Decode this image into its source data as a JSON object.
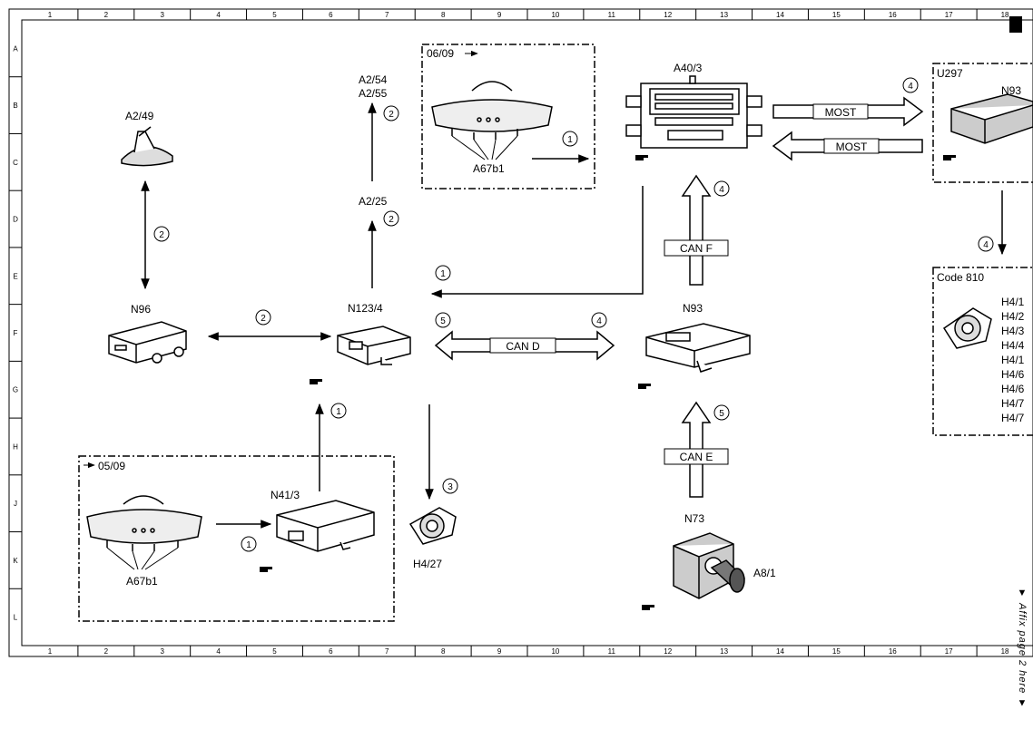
{
  "grid": {
    "columns": [
      "1",
      "2",
      "3",
      "4",
      "5",
      "6",
      "7",
      "8",
      "9",
      "10",
      "11",
      "12",
      "13",
      "14",
      "15",
      "16",
      "17",
      "18"
    ],
    "rows": [
      "A",
      "B",
      "C",
      "D",
      "E",
      "F",
      "G",
      "H",
      "J",
      "K",
      "L"
    ]
  },
  "components": {
    "a2_49": "A2/49",
    "n96": "N96",
    "a2_54": "A2/54",
    "a2_55": "A2/55",
    "a2_25": "A2/25",
    "n123_4": "N123/4",
    "a40_3": "A40/3",
    "u297": "U297",
    "n93_partial": "N93",
    "n93": "N93",
    "code810": "Code 810",
    "a67b1_top": "A67b1",
    "a67b1_bottom": "A67b1",
    "n41_3": "N41/3",
    "h4_27": "H4/27",
    "n73": "N73",
    "a8_1": "A8/1"
  },
  "speaker_list": [
    "H4/1",
    "H4/2",
    "H4/3",
    "H4/4",
    "H4/1",
    "H4/6",
    "H4/6",
    "H4/7",
    "H4/7"
  ],
  "boxes": {
    "top_model": "06/09",
    "bottom_model": "05/09"
  },
  "buses": {
    "most1": "MOST",
    "most2": "MOST",
    "can_d": "CAN D",
    "can_f": "CAN F",
    "can_e": "CAN E"
  },
  "circles": {
    "c_a2_49": "2",
    "c_n96_n123": "2",
    "c_a2_25": "2",
    "c_a2_54": "2",
    "c_a67_top": "1",
    "c_a40_n123": "1",
    "c_can_d_left": "5",
    "c_can_d_right": "4",
    "c_most": "4",
    "c_can_f": "4",
    "c_u297_code": "4",
    "c_n41": "1",
    "c_a67_bottom": "1",
    "c_h4": "3",
    "c_can_e": "5"
  },
  "footer": "Affix page 2 here"
}
